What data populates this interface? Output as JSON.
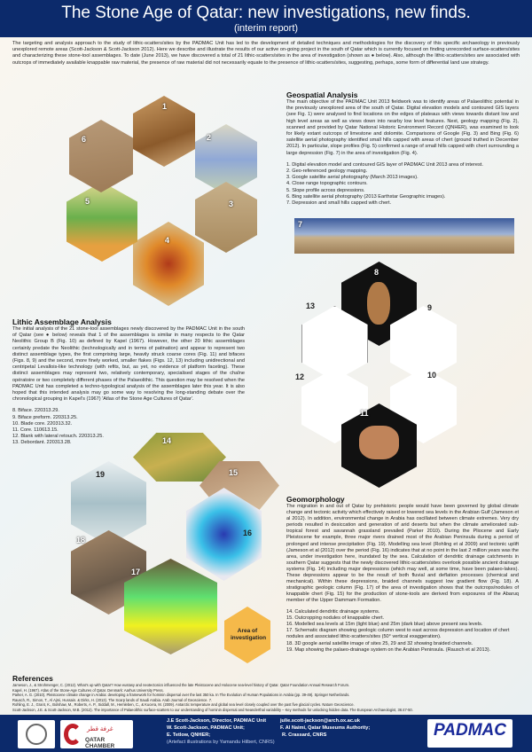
{
  "header": {
    "title": "The Stone Age of Qatar: new investigations, new finds.",
    "subtitle": "(interim report)"
  },
  "intro": "The targeting and analysis approach to the study of lithic-scatters/sites by the PADMAC Unit has led to the development of detailed techniques and methodologies for the discovery of this specific archaeology in previously unexplored remote areas (Scott-Jackson & Scott-Jackson 2012). Here we describe and illustrate the results of our active on-going project in the south of Qatar which is currently focused on finding unrecorded surface-scatters/sites and characterizing these stone-tool assemblages. To date (June 2013), we have discovered a total of 21 lithic-scatters/sites in the area of investigation (shown as ● below). Also, although the lithic-scatters/sites are associated with outcrops of immediately available knappable raw material, the presence of raw material did not necessarily equate to the presence of lithic-scatters/sites, suggesting, perhaps, some form of differential land use strategy.",
  "geospatial": {
    "heading": "Geospatial Analysis",
    "body": "The main objective of the PADMAC Unit 2013 fieldwork was to identify areas of Palaeolithic potential in the previously unexplored area of the south of Qatar. Digital elevation models and contoured GIS layers (see Fig. 1) were analysed to find locations on the edges of plateaus with views towards distant low and high level areas as well as views down into nearby low level features. Next, geology mapping (Fig. 2), scanned and provided by Qatar National Historic Environment Record (QNHER), was examined to look for likely extant outcrops of limestone and dolomite. Comparisons of Google (Fig. 3) and Bing (Fig. 6) satellite aerial photography identified small hills capped with areas of chert (ground truthed in December 2012). In particular, slope profiles (Fig. 5) confirmed a range of small hills capped with chert surrounding a large depression (Fig. 7) in the area of investigation (Fig. 4).",
    "captions": [
      "1. Digital elevation model and contoured GIS layer of PADMAC Unit 2013 area of interest.",
      "2. Geo-referenced geology mapping.",
      "3. Google satellite aerial photography (March 2013 images).",
      "4. Close range topographic contours.",
      "5. Slope profile across depressions.",
      "6. Bing satellite aerial photography (2013 Earthstar Geographic images).",
      "7. Depression and small hills capped with chert."
    ]
  },
  "lithic": {
    "heading": "Lithic Assemblage Analysis",
    "body": "The initial analysis of the 21 stone-tool assemblages newly discovered by the PADMAC Unit in the south of Qatar (see ● below) reveals that 1 of the assemblages is similar in many respects to the Qatar Neolithic Group B (Fig. 10) as defined by Kapel (1967). However, the other 20 lithic assemblages certainly predate the Neolithic (technologically and in terms of patination) and appear to represent two distinct assemblage types, the first comprising large, heavily struck coarse cores (Fig. 11) and bifaces (Figs. 8, 9) and the second, more finely worked, smaller flakes (Figs. 12, 13) including unidirectional and centripetal Levallois-like technology (with refits, but, as yet, no evidence of platform faceting). These distinct assemblages may represent two, relatively contemporary, specialised stages of the chaîne opératoire or two completely different phases of the Palaeolithic. This question may be resolved when the PADMAC Unit has completed a techno-typological analysis of the assemblages later this year. It is also hoped that this intended analysis may go some way to resolving the long-standing debate over the chronological grouping in Kapel's (1967) 'Atlas of the Stone Age Cultures of Qatar'.",
    "captions": [
      "8. Biface. 220313.29.",
      "9. Biface preform. 220313.25.",
      "10. Blade core. 220313.32.",
      "11. Core. 110613.15.",
      "12. Blank with lateral retouch. 220313.25.",
      "13. Debordant. 220313.28."
    ]
  },
  "geomorphology": {
    "heading": "Geomorphology",
    "body": "The migration in and out of Qatar by prehistoric people would have been governed by global climate change and tectonic activity which effectively raised or lowered sea levels in the Arabian Gulf (Jameson et al 2012). In addition, environmental change in Arabia has oscillated between climate extremes. Very dry periods resulted in desiccation and generation of arid deserts but when the climate ameliorated sub-tropical forest and savannah grassland prevailed (Parker 2010). During the Pliocene and Early Pleistocene for example, three major rivers drained most of the Arabian Peninsula during a period of prolonged and intense precipitation (Fig. 19). Modelling sea level (Rohling et al 2009) and tectonic uplift (Jameson et al (2012) over the period (Fig. 16) indicates that at no point in the last 2 million years was the area, under investigation here, inundated by the sea. Calculation of dendritic drainage catchments in southern Qatar suggests that the newly discovered lithic-scatters/sites overlook possible ancient drainage systems (Fig. 14) including major depressions (which may well, at some time, have been palaeo-lakes). These depressions appear to be the result of both fluvial and deflation processes (chemical and mechanical). Within these depressions, braided channels suggest low gradient flow (Fig. 18). A stratigraphic geologic column (Fig. 17) of the area of investigation shows that the outcrops/nodules of knappable chert (Fig. 15) for the production of stone-tools are derived from exposures of the Abaruq member of the Upper Dammam Formation.",
    "captions": [
      "14. Calculated dendritic drainage systems.",
      "15. Outcropping nodules of knappable chert.",
      "16. Modelled sea levels at 15m (light blue) and 25m (dark blue) above present sea levels.",
      "17. Schematic diagram showing geologic column west to east across depression and location of chert nodules and associated lithic-scatters/sites (50° vertical exaggeration).",
      "18. 3D google aerial satellite image of sites 25, 29 and 32 showing braided channels.",
      "19. Map showing the palaeo-drainage system on the Arabian Peninsula. (Rausch et al 2013)."
    ]
  },
  "area_label": "Area of investigation",
  "figure_numbers": [
    "1",
    "2",
    "3",
    "4",
    "5",
    "6",
    "7",
    "8",
    "9",
    "10",
    "11",
    "12",
    "13",
    "14",
    "15",
    "16",
    "17",
    "18",
    "19"
  ],
  "references": {
    "heading": "References",
    "items": [
      "Jameson, J., & Strohmenger, C. (2012). What's up with Qatar? How eustasy and neotectonics influenced the late Pleistocene and Holocene sea-level history of Qatar. Qatar Foundation Annual Research Forum.",
      "Kapel, H. (1967). Atlas of the Stone-Age Cultures of Qatar. Denmark: Aarhus University Press.",
      "Parker, A. G. (2010). Pleistocene climate change in Arabia: developing a framework for hominin dispersal over the last 350 ka. In The Evolution of Human Populations in Arabia (pp. 39-49). Springer Netherlands.",
      "Rausch, R., Simon, T., Al Ajmi, Hussain. & Dirks, H. (2013). The Scarp lands of Saudi Arabia. Arab Journal of Geoscience. 7.",
      "Rohling, E. J., Grant, K., Bolshaw, M., Roberts, A. P., Siddall, M., Hemleben, C., & Kucera, M. (2009). Antarctic temperature and global sea level closely coupled over the past five glacial cycles. Nature Geoscience.",
      "Scott-Jackson, J.E. & Scott-Jackson, W.B. (2012). The importance of Palaeolithic surface-scatters to our understanding of hominin dispersal and Neanderthal variability – Key methods for unlocking hidden data. The European Archaeologist, 36:47-50."
    ]
  },
  "footer": {
    "credits": [
      "J.E Scott-Jackson, Director, PADMAC Unit",
      "W. Scott-Jackson, PADMAC Unit;",
      "E. Tetlow, QNHER;",
      "(Artefact illustrations by Yamandu Hilbert, CNRS)"
    ],
    "credits2": [
      "julie.scott-jackson@arch.ox.ac.uk",
      "F. Al Naimi, Qatar Museums Authority;",
      "R. Crassard, CNRS"
    ],
    "qatar_chamber": "QATAR CHAMBER",
    "qatar_chamber_ar": "غرفة قطر",
    "padmac": "PADMAC"
  },
  "colors": {
    "navy": "#0c2a6b",
    "accent_orange": "#f5b94a"
  }
}
